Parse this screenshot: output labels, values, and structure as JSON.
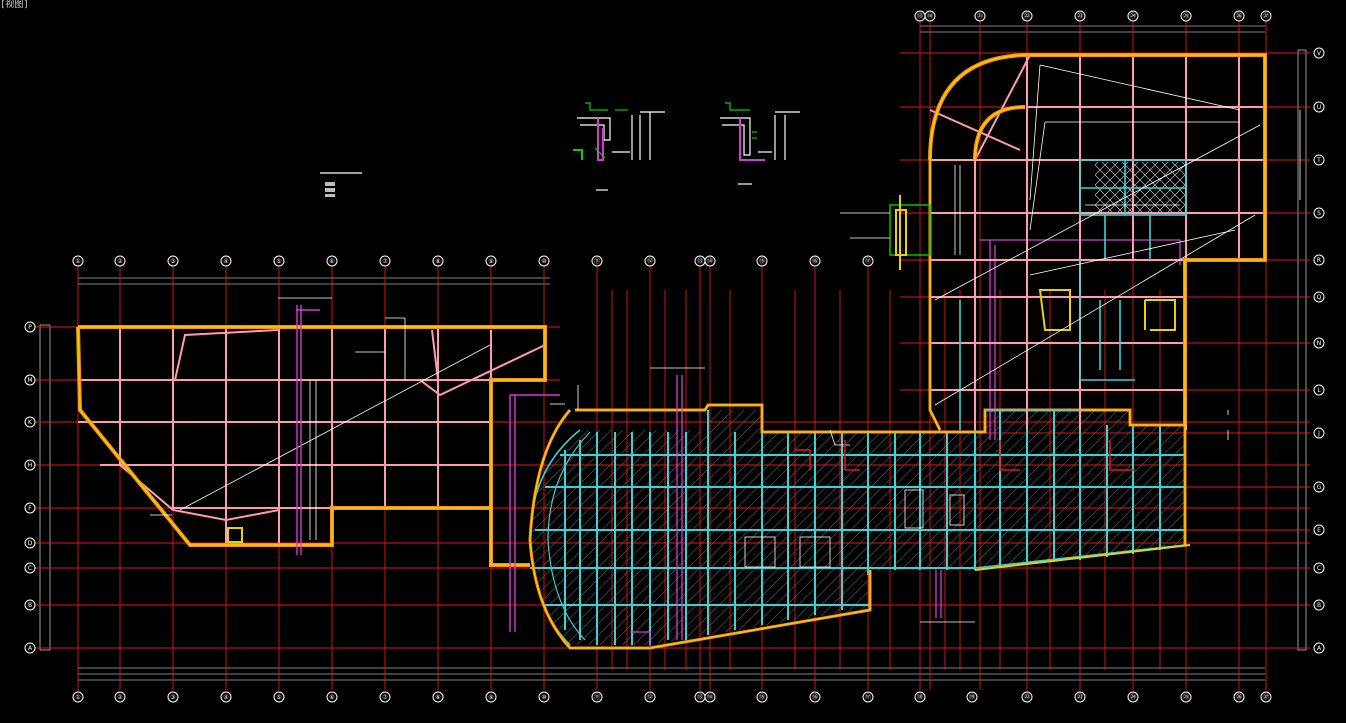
{
  "corner_label": "[视图]",
  "colors": {
    "background": "#000000",
    "axis": "#e01818",
    "wall": "#e8d200",
    "wall_outline": "#ff8a1e",
    "beam": "#ff9ab0",
    "cyan_beam": "#3cd2d2",
    "pipe": "#d23cd2",
    "dim": "#ffffff",
    "green": "#00d200",
    "hatch": "#7a7a7a"
  },
  "grid": {
    "main_cols": [
      "①",
      "②",
      "③",
      "④",
      "⑤",
      "⑥",
      "⑦",
      "⑧",
      "⑨",
      "⑩",
      "⑪",
      "⑫",
      "⑬",
      "⑭",
      "⑮",
      "⑯",
      "⑰",
      "⑱",
      "⑲",
      "㉒",
      "㉓",
      "㉔",
      "㉕",
      "㉖",
      "㉗"
    ],
    "main_rows": [
      "P",
      "M",
      "K",
      "H",
      "F",
      "D",
      "C",
      "B",
      "A"
    ],
    "right_rows": [
      "V",
      "U",
      "T",
      "S",
      "R",
      "Q",
      "N",
      "L",
      "J",
      "G",
      "E",
      "C",
      "B",
      "A"
    ],
    "top_right_cols": [
      "⑬",
      "⑭",
      "㉑",
      "㉒",
      "㉓",
      "㉔",
      "㉕",
      "㉖",
      "㉗"
    ]
  }
}
